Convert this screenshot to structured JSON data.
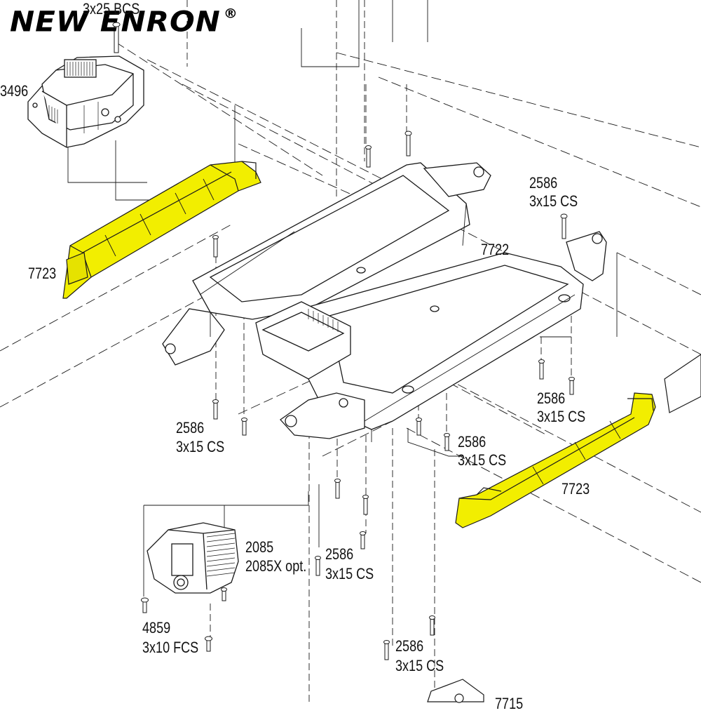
{
  "brand": {
    "name": "NEW ENRON",
    "mark": "®"
  },
  "colors": {
    "highlight": "#f2ee00",
    "line": "#1a1a1a",
    "background": "#ffffff"
  },
  "labels": {
    "top_screw": "3x25 BCS",
    "esc": "3496",
    "left_rail": "7723",
    "chassis": "7722",
    "screw_tr_num": "2586",
    "screw_tr_size": "3x15 CS",
    "screw_r_num": "2586",
    "screw_r_size": "3x15 CS",
    "screw_cl_num": "2586",
    "screw_cl_size": "3x15 CS",
    "screw_cr_num": "2586",
    "screw_cr_size": "3x15 CS",
    "right_rail": "7723",
    "servo_num": "2085",
    "servo_opt": "2085X opt.",
    "screw_b_num": "2586",
    "screw_b_size": "3x15 CS",
    "servo_screw_num": "4859",
    "servo_screw_size": "3x10 FCS",
    "screw_bot_num": "2586",
    "screw_bot_size": "3x15 CS",
    "cut_label": "7715"
  }
}
